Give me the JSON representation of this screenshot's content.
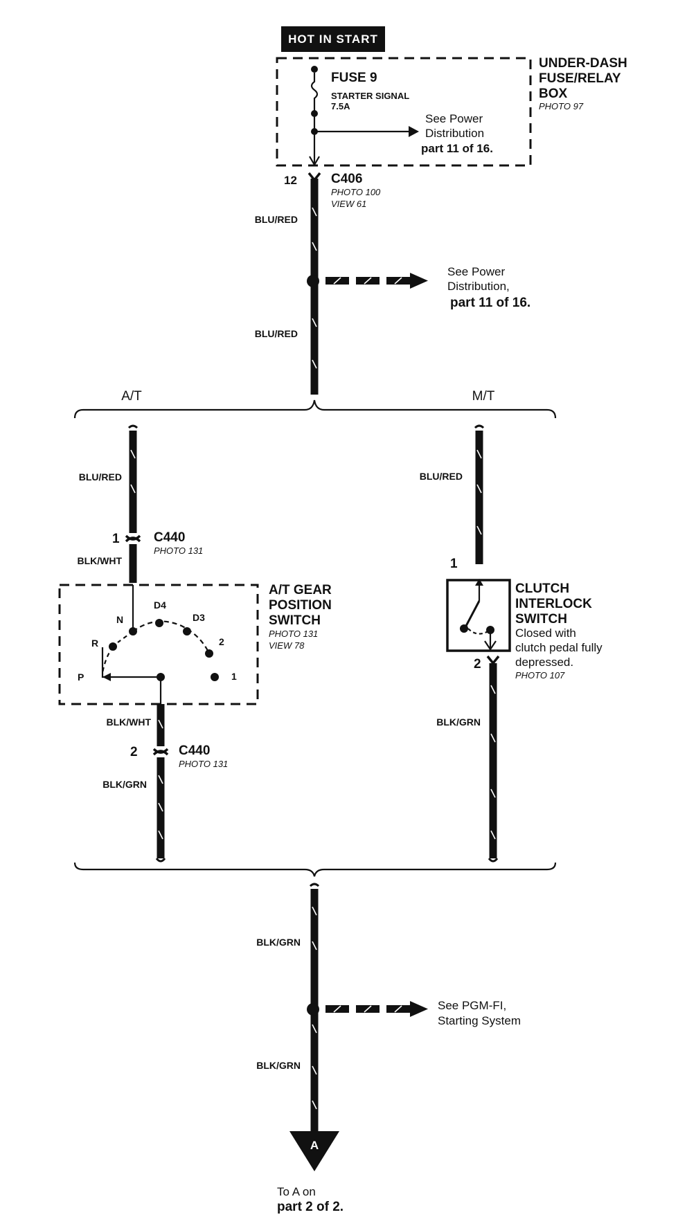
{
  "power": {
    "source_label": "HOT IN START"
  },
  "fuse_box": {
    "title_line1": "UNDER-DASH",
    "title_line2": "FUSE/RELAY",
    "title_line3": "BOX",
    "photo": "PHOTO 97",
    "fuse_name": "FUSE 9",
    "fuse_desc": "STARTER SIGNAL",
    "fuse_rating": "7.5A",
    "ref_line1": "See Power",
    "ref_line2": "Distribution",
    "ref_line3": "part 11 of 16."
  },
  "c406": {
    "pin": "12",
    "name": "C406",
    "photo": "PHOTO 100",
    "view": "VIEW 61"
  },
  "wire_labels": {
    "blu_red": "BLU/RED",
    "blk_wht": "BLK/WHT",
    "blk_grn": "BLK/GRN"
  },
  "splice_ref_1": {
    "line1": "See Power",
    "line2": "Distribution,",
    "line3": "part 11 of 16."
  },
  "branches": {
    "at": "A/T",
    "mt": "M/T"
  },
  "c440_top": {
    "pin": "1",
    "name": "C440",
    "photo": "PHOTO 131"
  },
  "c440_bottom": {
    "pin": "2",
    "name": "C440",
    "photo": "PHOTO 131"
  },
  "at_switch": {
    "title_line1": "A/T GEAR",
    "title_line2": "POSITION",
    "title_line3": "SWITCH",
    "photo": "PHOTO 131",
    "view": "VIEW 78",
    "positions": [
      "P",
      "R",
      "N",
      "D4",
      "D3",
      "2",
      "1"
    ]
  },
  "clutch_switch": {
    "title_line1": "CLUTCH",
    "title_line2": "INTERLOCK",
    "title_line3": "SWITCH",
    "desc_line1": "Closed with",
    "desc_line2": "clutch pedal fully",
    "desc_line3": "depressed.",
    "photo": "PHOTO 107",
    "pin_top": "1",
    "pin_bottom": "2"
  },
  "splice_ref_2": {
    "line1": "See PGM-FI,",
    "line2": "Starting System"
  },
  "output": {
    "marker": "A",
    "line1": "To A on",
    "line2": "part 2 of 2."
  }
}
